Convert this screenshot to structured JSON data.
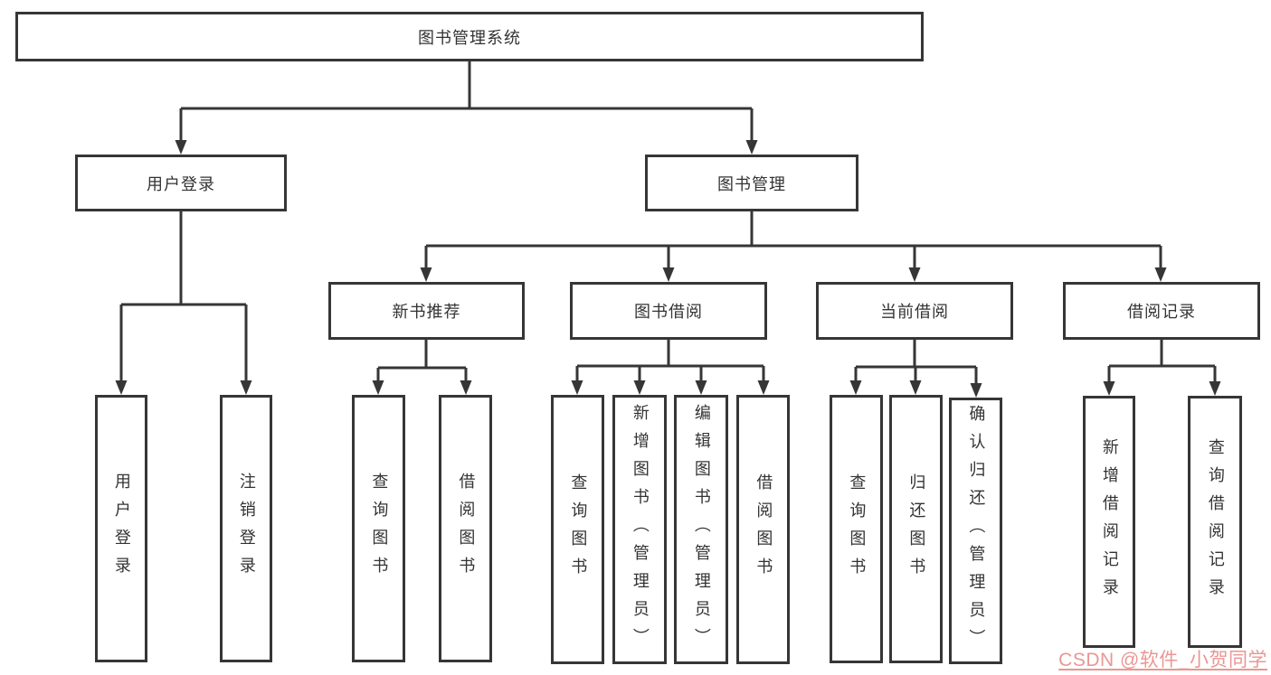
{
  "diagram": {
    "root": "图书管理系统",
    "branches": [
      {
        "label": "用户登录",
        "children": [
          "用户登录",
          "注销登录"
        ]
      },
      {
        "label": "图书管理",
        "groups": [
          {
            "label": "新书推荐",
            "children": [
              "查询图书",
              "借阅图书"
            ]
          },
          {
            "label": "图书借阅",
            "children": [
              "查询图书",
              "新增图书（管理员）",
              "编辑图书（管理员）",
              "借阅图书"
            ]
          },
          {
            "label": "当前借阅",
            "children": [
              "查询图书",
              "归还图书",
              "确认归还（管理员）"
            ]
          },
          {
            "label": "借阅记录",
            "children": [
              "新增借阅记录",
              "查询借阅记录"
            ]
          }
        ]
      }
    ],
    "colors": {
      "line": "#363636",
      "text": "#333333",
      "watermark": "#e8928e",
      "background": "#ffffff"
    }
  },
  "watermark": "CSDN @软件_小贺同学"
}
